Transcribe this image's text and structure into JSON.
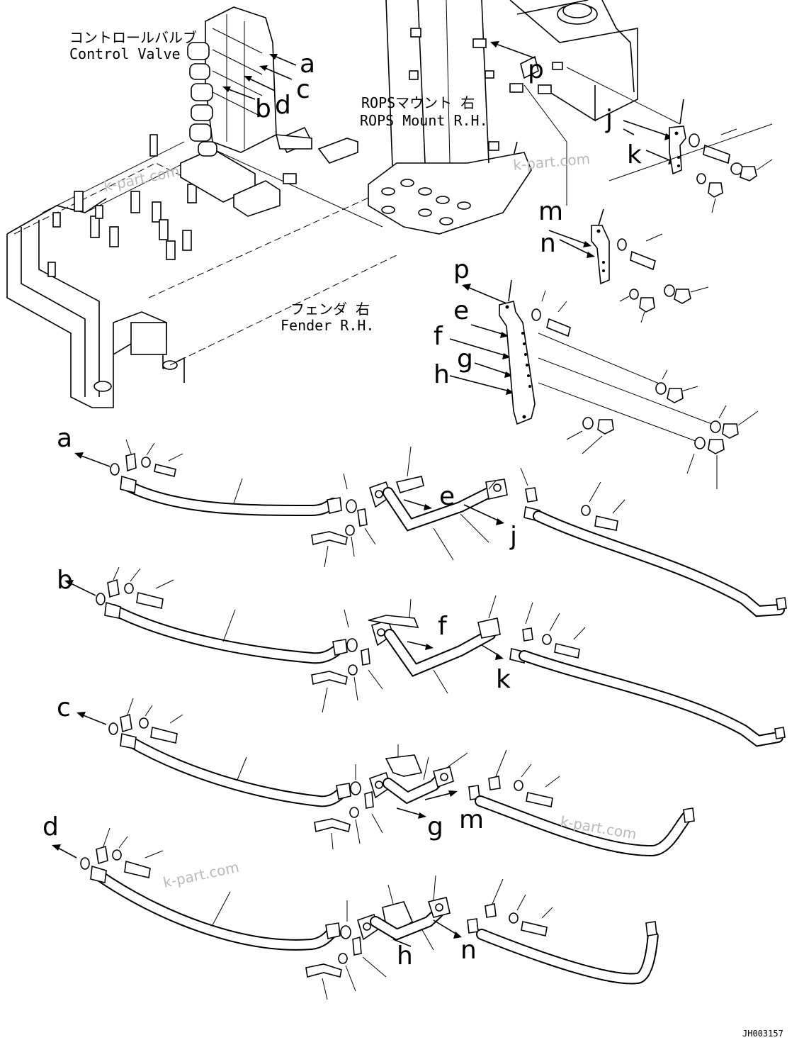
{
  "labels": {
    "control_valve_jp": "コントロールバルブ",
    "control_valve_en": "Control Valve",
    "rops_mount_jp": "ROPSマウント 右",
    "rops_mount_en": "ROPS Mount R.H.",
    "fender_jp": "フェンダ 右",
    "fender_en": "Fender R.H."
  },
  "callouts": {
    "a": "a",
    "b": "b",
    "c": "c",
    "d": "d",
    "e": "e",
    "f": "f",
    "g": "g",
    "h": "h",
    "j": "j",
    "k": "k",
    "m": "m",
    "n": "n",
    "p": "p"
  },
  "watermark": "k-part.com",
  "drawing_number": "JH003157"
}
